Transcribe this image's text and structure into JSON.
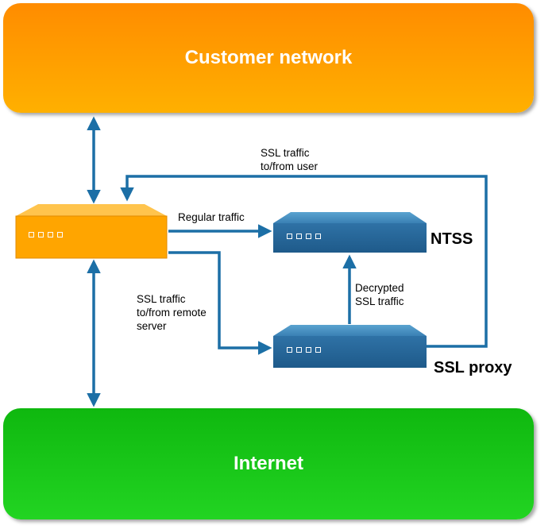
{
  "bands": {
    "customer": "Customer network",
    "internet": "Internet"
  },
  "devices": {
    "ntss": "NTSS",
    "ssl_proxy": "SSL proxy"
  },
  "edges": {
    "regular": "Regular traffic",
    "ssl_user": [
      "SSL traffic",
      "to/from user"
    ],
    "ssl_remote": [
      "SSL traffic",
      "to/from remote",
      "server"
    ],
    "decrypted": [
      "Decrypted",
      "SSL traffic"
    ]
  },
  "colors": {
    "customer_band": "#ff9a00",
    "internet_band": "#19c719",
    "router": "#ffa500",
    "server": "#2e6fa0",
    "arrow": "#1c6fa6"
  }
}
